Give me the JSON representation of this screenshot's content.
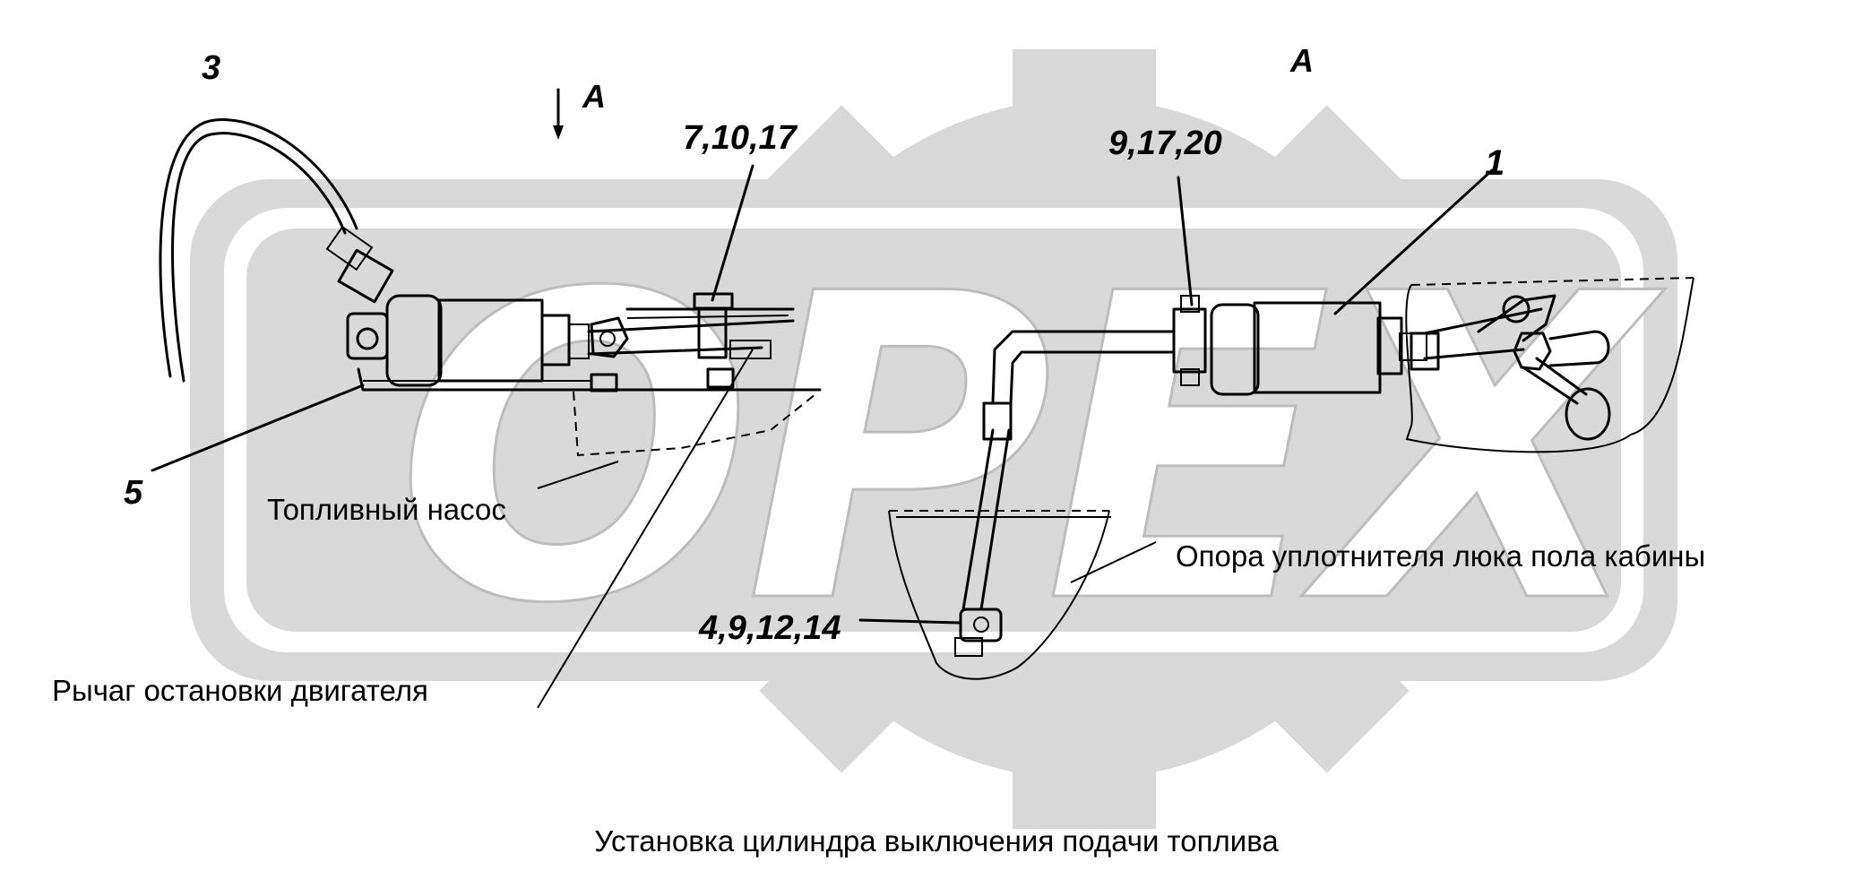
{
  "caption": "Установка цилиндра выключения подачи топлива",
  "watermark": {
    "text": "OPEX",
    "color": "#d9d9d9"
  },
  "view_markers": {
    "arrow_label": "A",
    "view_label": "A"
  },
  "callouts": {
    "c3": "3",
    "c5": "5",
    "c7_10_17": "7,10,17",
    "c9_17_20": "9,17,20",
    "c1": "1",
    "c4_9_12_14": "4,9,12,14"
  },
  "labels": {
    "fuel_pump": "Топливный насос",
    "engine_stop_lever": "Рычаг остановки двигателя",
    "cab_hatch_seal_support": "Опора уплотнителя люка пола кабины"
  }
}
